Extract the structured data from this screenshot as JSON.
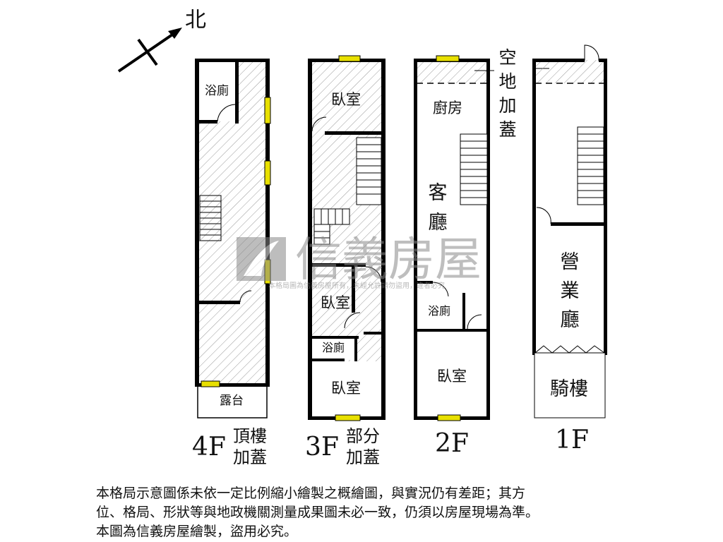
{
  "north": {
    "label": "北"
  },
  "watermark": {
    "brand": "信義房屋",
    "notice": "本格局圖為信義房屋所有，未經允許請勿盜用，違者必究"
  },
  "floors": {
    "f4": {
      "name": "4F",
      "note1": "頂樓",
      "note2": "加蓋",
      "rooms": {
        "bath": "浴廁",
        "balcony": "露台"
      }
    },
    "f3": {
      "name": "3F",
      "note1": "部分",
      "note2": "加蓋",
      "rooms": {
        "bed1": "臥室",
        "bed2": "臥室",
        "bath": "浴廁",
        "bed3": "臥室"
      }
    },
    "f2": {
      "name": "2F",
      "rooms": {
        "kitchen": "廚房",
        "living1": "客",
        "living2": "廳",
        "bath": "浴廁",
        "bed": "臥室"
      }
    },
    "f1": {
      "name": "1F",
      "rooms": {
        "biz1": "營",
        "biz2": "業",
        "biz3": "廳",
        "arcade": "騎樓"
      }
    }
  },
  "open_space": {
    "c1": "空",
    "c2": "地",
    "c3": "加",
    "c4": "蓋"
  },
  "disclaimer": {
    "line1": "本格局示意圖係未依一定比例縮小繪製之概繪圖，與實況仍有差距；其方",
    "line2": "位、格局、形狀等與地政機關測量成果圖未必一致，仍須以房屋現場為準。",
    "line3": "本圖為信義房屋繪製，盜用必究。"
  }
}
